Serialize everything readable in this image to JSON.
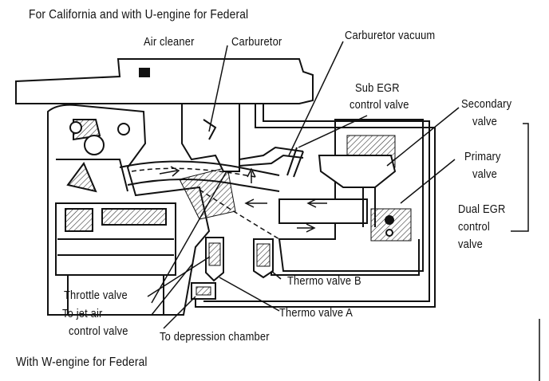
{
  "labels": {
    "top_caption": "For California and with U-engine for Federal",
    "bottom_caption": "With W-engine for Federal",
    "air_cleaner": "Air cleaner",
    "carburetor": "Carburetor",
    "carburetor_vacuum": "Carburetor vacuum",
    "sub_egr_1": "Sub EGR",
    "sub_egr_2": "control valve",
    "secondary_1": "Secondary",
    "secondary_2": "valve",
    "primary_1": "Primary",
    "primary_2": "valve",
    "dual_egr_1": "Dual EGR",
    "dual_egr_2": "control",
    "dual_egr_3": "valve",
    "throttle_valve": "Throttle valve",
    "jet_air_1": "To jet air",
    "jet_air_2": "control valve",
    "thermo_b": "Thermo valve B",
    "thermo_a": "Thermo valve A",
    "depression": "To depression chamber"
  }
}
